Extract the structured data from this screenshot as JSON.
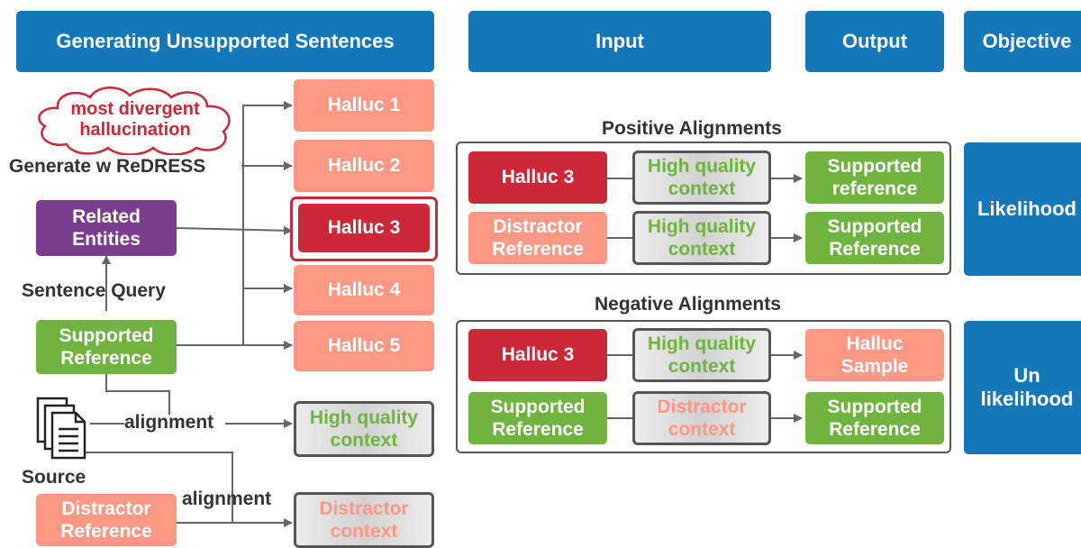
{
  "headers": {
    "generating": "Generating Unsupported Sentences",
    "input": "Input",
    "output": "Output",
    "objective": "Objective"
  },
  "cloud_text": [
    "most divergent",
    "hallucination"
  ],
  "labels": {
    "generate": "Generate w ReDRESS",
    "sentence_query": "Sentence Query",
    "source": "Source",
    "alignment_1": "alignment",
    "alignment_2": "alignment"
  },
  "left_nodes": {
    "related_entities": [
      "Related",
      "Entities"
    ],
    "supported_reference": [
      "Supported",
      "Reference"
    ],
    "distractor_reference": [
      "Distractor",
      "Reference"
    ]
  },
  "hallucinations": [
    "Halluc 1",
    "Halluc 2",
    "Halluc 3",
    "Halluc 4",
    "Halluc 5"
  ],
  "contexts": {
    "high_quality": [
      "High quality",
      "context"
    ],
    "distractor": [
      "Distractor",
      "context"
    ]
  },
  "positive": {
    "title": "Positive Alignments",
    "rows": [
      {
        "input": [
          "Halluc 3"
        ],
        "context": [
          "High quality",
          "context"
        ],
        "output": [
          "Supported",
          "reference"
        ]
      },
      {
        "input": [
          "Distractor",
          "Reference"
        ],
        "context": [
          "High quality",
          "context"
        ],
        "output": [
          "Supported",
          "Reference"
        ]
      }
    ],
    "objective": [
      "Likelihood"
    ]
  },
  "negative": {
    "title": "Negative Alignments",
    "rows": [
      {
        "input": [
          "Halluc 3"
        ],
        "context": [
          "High quality",
          "context"
        ],
        "output": [
          "Halluc",
          "Sample"
        ]
      },
      {
        "input": [
          "Supported",
          "Reference"
        ],
        "context": [
          "Distractor",
          "context"
        ],
        "output": [
          "Supported",
          "Reference"
        ]
      }
    ],
    "objective": [
      "Un",
      "likelihood"
    ]
  },
  "colors": {
    "header_blue": "#1478b8",
    "salmon": "#fd9884",
    "crimson": "#cc2838",
    "green": "#6eb43e",
    "purple": "#7c3d8c",
    "line_gray": "#666666"
  }
}
